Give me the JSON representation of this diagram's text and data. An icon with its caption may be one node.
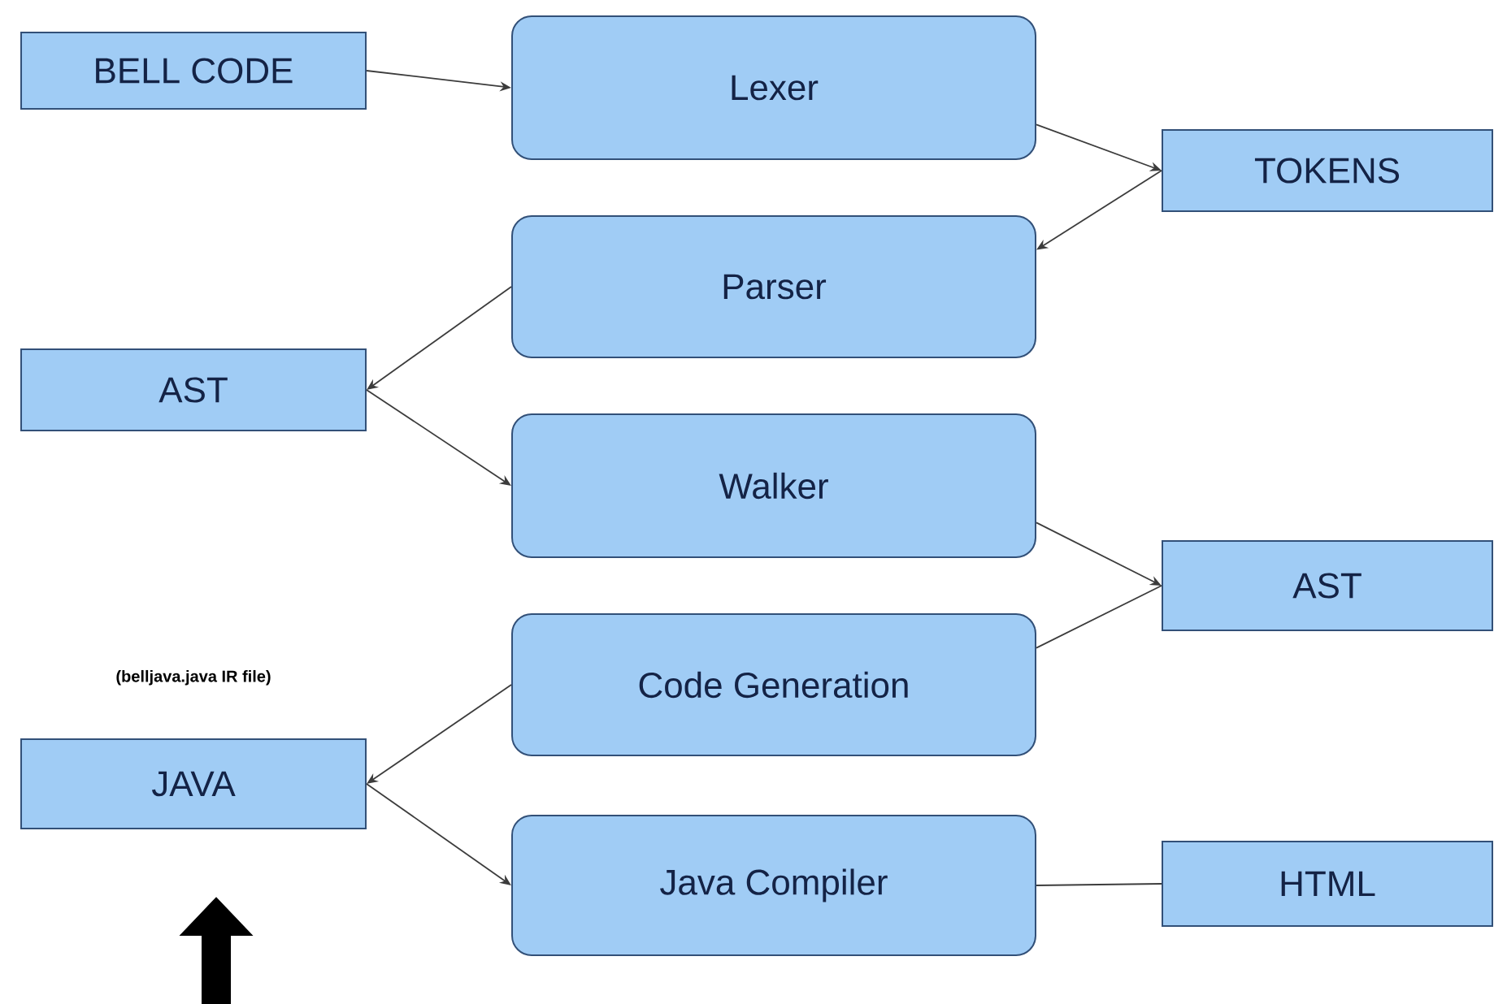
{
  "diagram": {
    "nodes": [
      {
        "text": [
          "BELL CODE"
        ]
      },
      {
        "text": [
          "Lexer"
        ]
      },
      {
        "text": [
          "TOKENS"
        ]
      },
      {
        "text": [
          "Parser"
        ]
      },
      {
        "text": [
          "AST"
        ]
      },
      {
        "text": [
          "Walker"
        ]
      },
      {
        "text": [
          "AST"
        ]
      },
      {
        "text": [
          "Code Generation"
        ]
      },
      {
        "text": [
          "JAVA"
        ],
        "beside": [
          "(belljava.java IR file)"
        ]
      },
      {
        "text": [
          "Java Compiler"
        ]
      },
      {
        "text": [
          "HTML"
        ]
      }
    ],
    "edges": [
      {
        "from": 0,
        "to": 1,
        "arrow": "to"
      },
      {
        "from": 1,
        "to": 2,
        "arrow": "to"
      },
      {
        "from": 2,
        "to": 3,
        "arrow": "to"
      },
      {
        "from": 3,
        "to": 4,
        "arrow": "to"
      },
      {
        "from": 4,
        "to": 5,
        "arrow": "to"
      },
      {
        "from": 5,
        "to": 6,
        "arrow": "to"
      },
      {
        "from": 6,
        "to": 7,
        "arrow": "none"
      },
      {
        "from": 7,
        "to": 8,
        "arrow": "to"
      },
      {
        "from": 8,
        "to": 9,
        "arrow": "to"
      },
      {
        "from": 9,
        "to": 10,
        "arrow": "none"
      }
    ]
  }
}
